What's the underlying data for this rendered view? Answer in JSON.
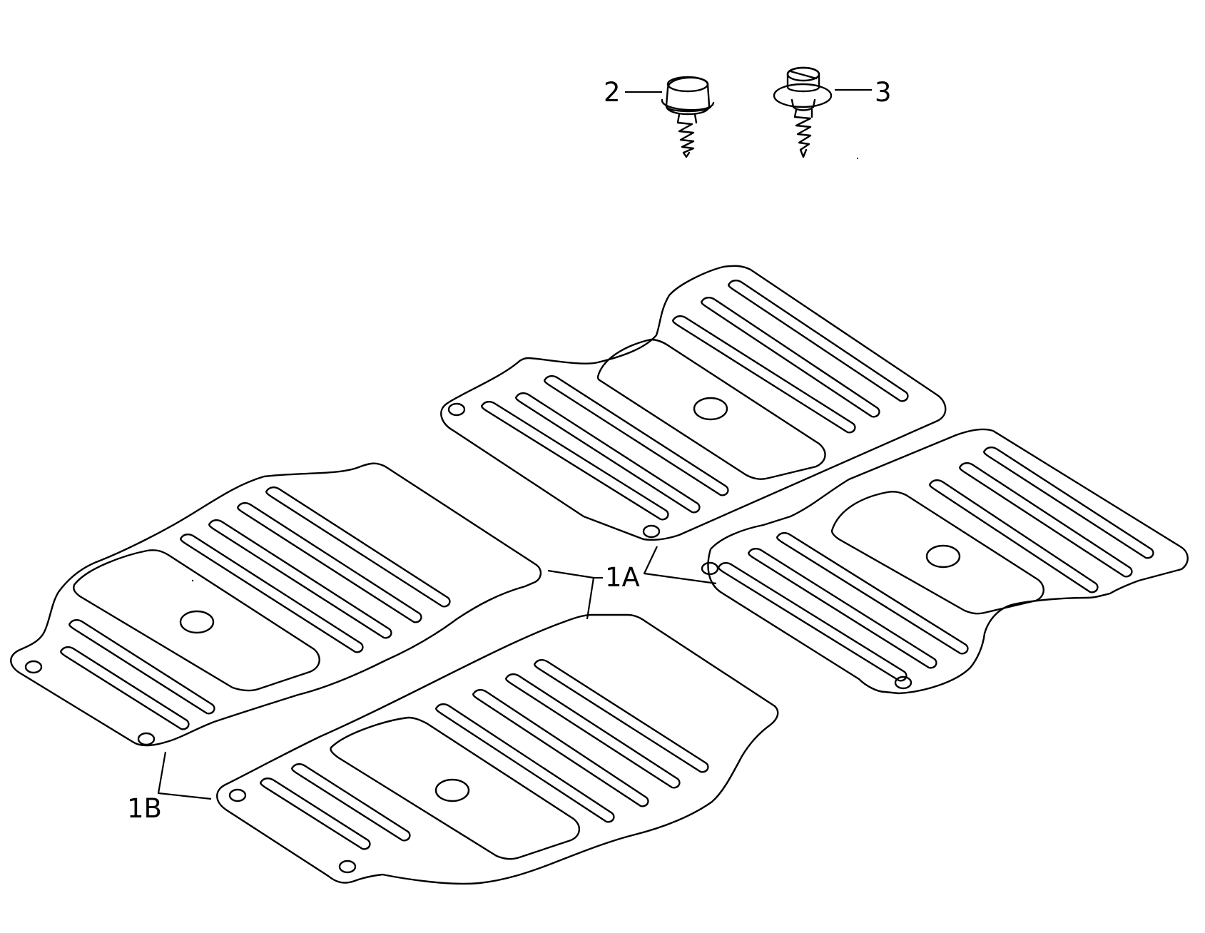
{
  "diagram": {
    "parts": [
      {
        "id": "2",
        "label": "2",
        "icon": "screw-flanged-head-icon"
      },
      {
        "id": "3",
        "label": "3",
        "icon": "screw-slotted-washer-icon"
      },
      {
        "id": "1A",
        "label": "1A",
        "icon": "floor-mat-front-icon"
      },
      {
        "id": "1B",
        "label": "1B",
        "icon": "floor-mat-rear-icon"
      }
    ],
    "colors": {
      "line": "#000000",
      "background": "#ffffff"
    }
  }
}
